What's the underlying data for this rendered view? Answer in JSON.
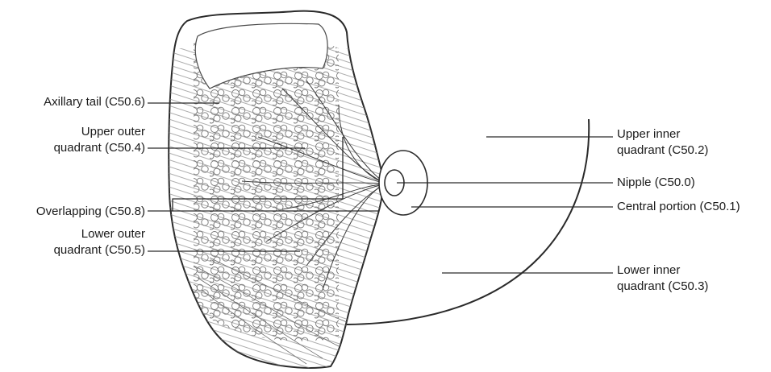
{
  "labels": {
    "axillary_tail": "Axillary tail (C50.6)",
    "upper_outer_line1": "Upper outer",
    "upper_outer_line2": "quadrant (C50.4)",
    "overlapping": "Overlapping (C50.8)",
    "lower_outer_line1": "Lower outer",
    "lower_outer_line2": "quadrant (C50.5)",
    "upper_inner_line1": "Upper inner",
    "upper_inner_line2": "quadrant (C50.2)",
    "nipple": "Nipple (C50.0)",
    "central_portion": "Central portion (C50.1)",
    "lower_inner_line1": "Lower inner",
    "lower_inner_line2": "quadrant (C50.3)"
  },
  "colors": {
    "line": "#2a2a2a",
    "tissue": "#555555",
    "text": "#1a1a1a"
  }
}
